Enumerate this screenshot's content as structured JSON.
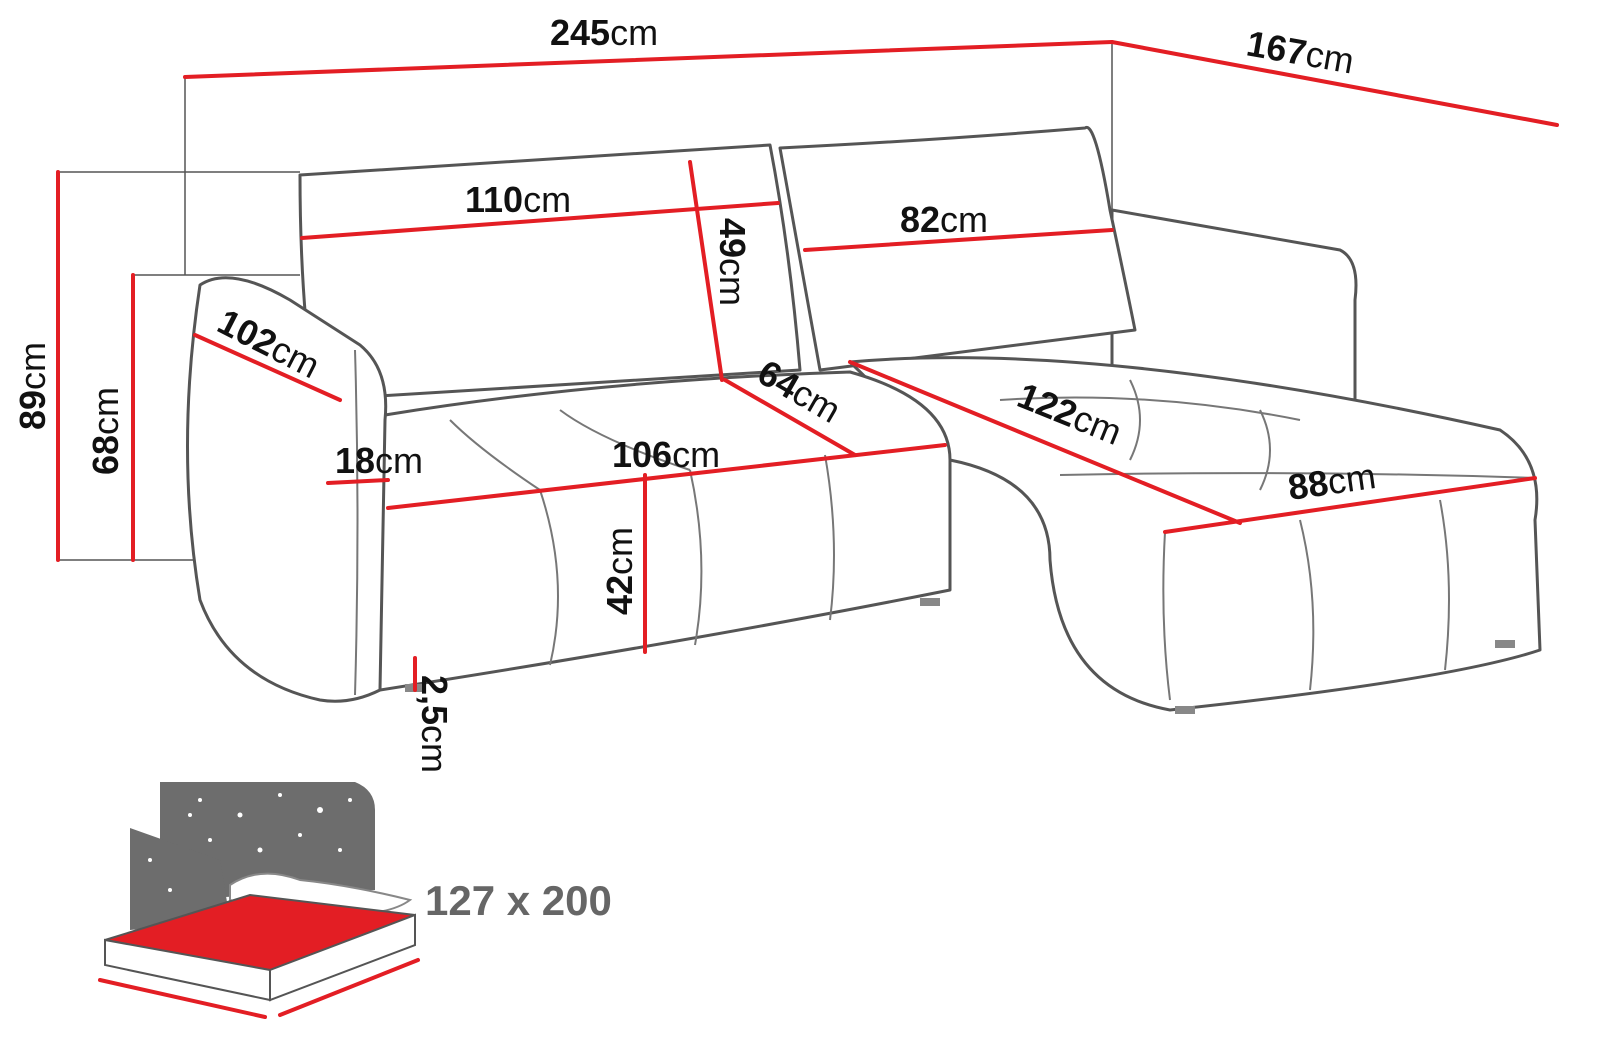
{
  "colors": {
    "dimension": "#e31e24",
    "outline": "#555555",
    "bed_panel": "#6d6d6d",
    "bed_text": "#666666"
  },
  "dimensions": {
    "total_width": {
      "value": "245",
      "unit": "cm"
    },
    "chaise_depth": {
      "value": "167",
      "unit": "cm"
    },
    "cushion_left_width": {
      "value": "110",
      "unit": "cm"
    },
    "cushion_height": {
      "value": "49",
      "unit": "cm"
    },
    "cushion_right_width": {
      "value": "82",
      "unit": "cm"
    },
    "total_height": {
      "value": "89",
      "unit": "cm"
    },
    "arm_height": {
      "value": "68",
      "unit": "cm"
    },
    "arm_depth": {
      "value": "102",
      "unit": "cm"
    },
    "arm_width": {
      "value": "18",
      "unit": "cm"
    },
    "seat_width": {
      "value": "106",
      "unit": "cm"
    },
    "seat_depth": {
      "value": "64",
      "unit": "cm"
    },
    "chaise_length": {
      "value": "122",
      "unit": "cm"
    },
    "chaise_width": {
      "value": "88",
      "unit": "cm"
    },
    "seat_height": {
      "value": "42",
      "unit": "cm"
    },
    "leg_height": {
      "value": "2,5",
      "unit": "cm"
    }
  },
  "bed": {
    "icon": "bed-icon",
    "size": "127 x 200"
  }
}
